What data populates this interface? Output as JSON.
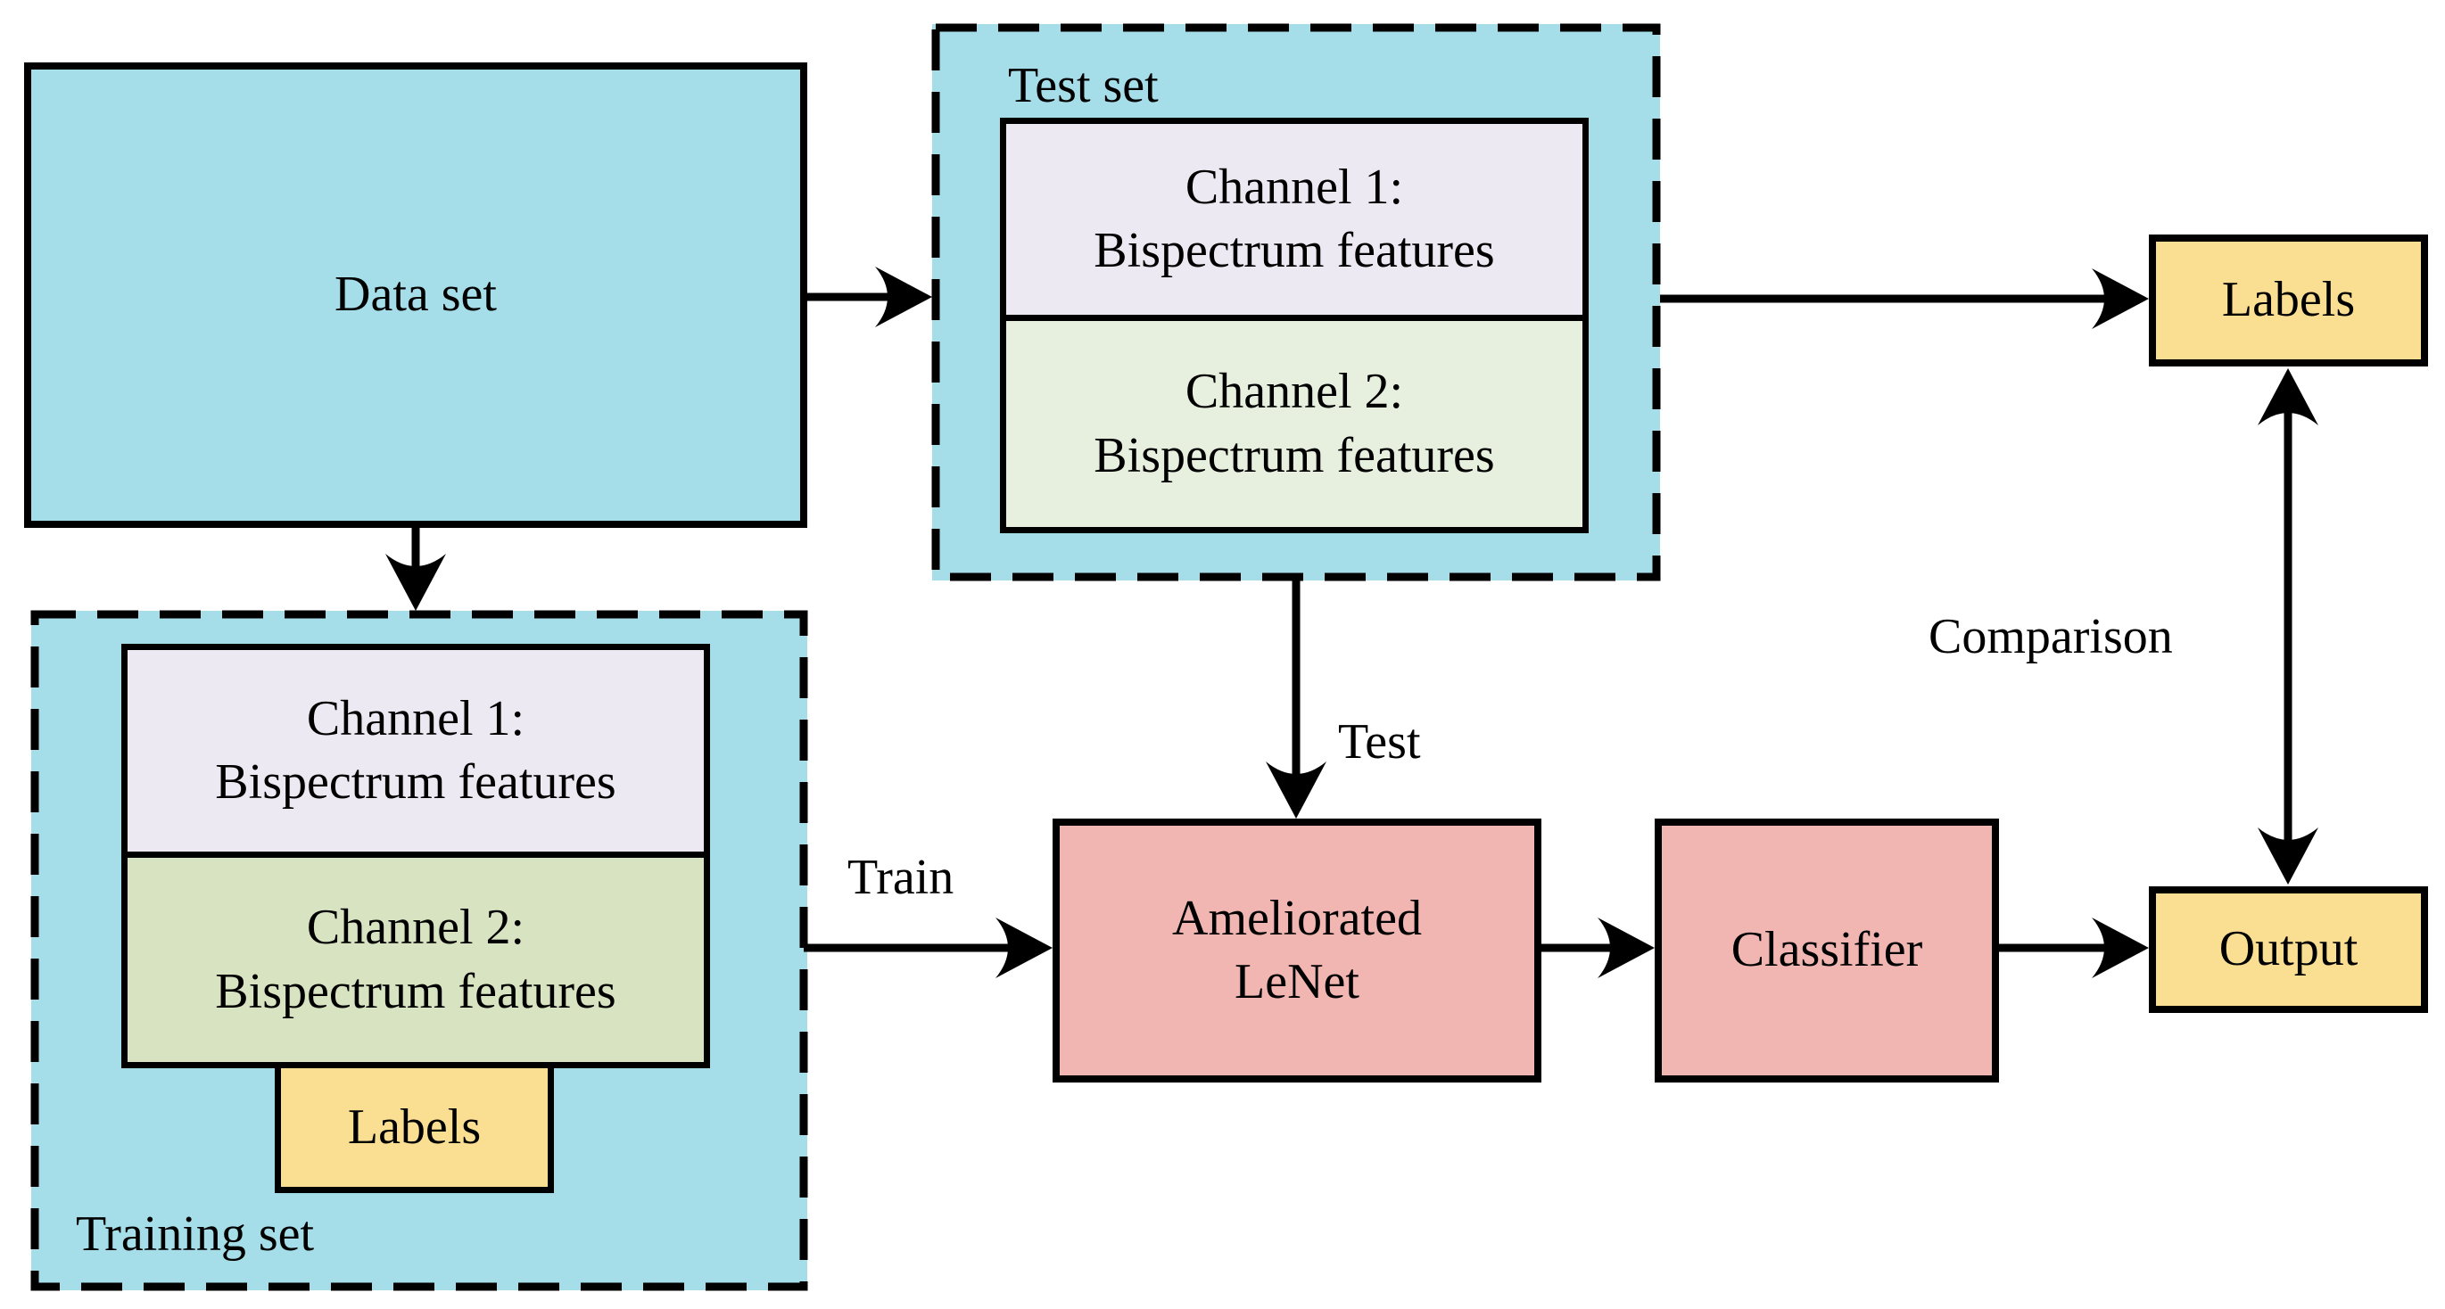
{
  "colors": {
    "cyan": "#A5DDE9",
    "lavender": "#EDE9F2",
    "green-light": "#E7F0DE",
    "green": "#D7E3C1",
    "yellow": "#FADF93",
    "pink": "#F2B6B2",
    "ink": "#000000"
  },
  "dataset": {
    "label": "Data set"
  },
  "test_set": {
    "title": "Test set",
    "channel1_line1": "Channel 1:",
    "channel1_line2": "Bispectrum features",
    "channel2_line1": "Channel 2:",
    "channel2_line2": "Bispectrum features"
  },
  "training_set": {
    "title": "Training set",
    "channel1_line1": "Channel 1:",
    "channel1_line2": "Bispectrum features",
    "channel2_line1": "Channel 2:",
    "channel2_line2": "Bispectrum features",
    "labels_label": "Labels"
  },
  "nodes": {
    "labels_top": "Labels",
    "lenet_line1": "Ameliorated",
    "lenet_line2": "LeNet",
    "classifier": "Classifier",
    "output": "Output"
  },
  "edge_labels": {
    "train": "Train",
    "test": "Test",
    "comparison": "Comparison"
  }
}
